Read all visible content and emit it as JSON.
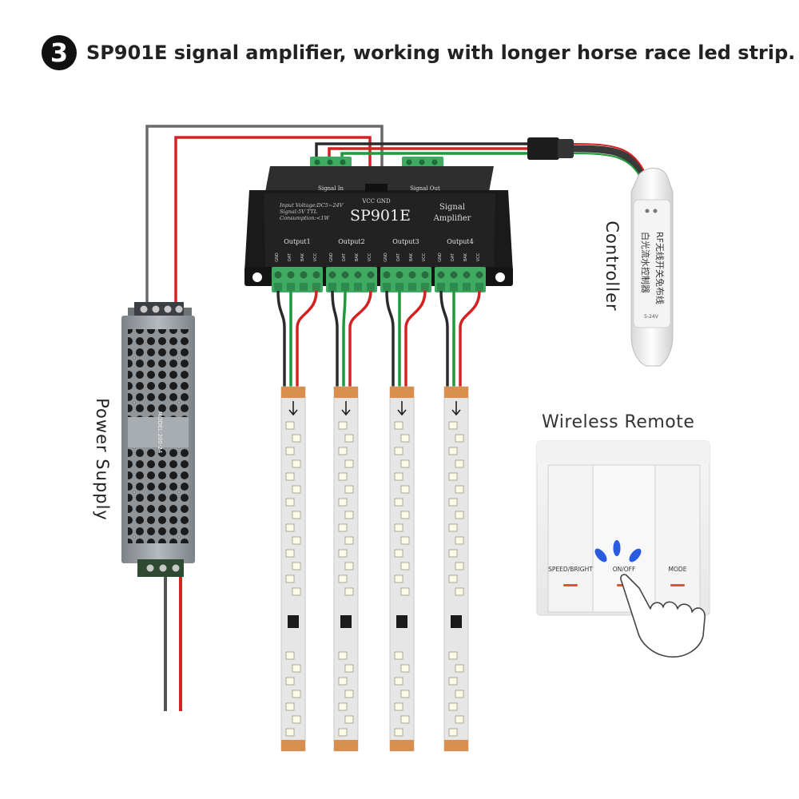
{
  "header": {
    "step_number": "3",
    "title": "SP901E signal amplifier, working with longer horse race led strip."
  },
  "amplifier": {
    "name": "SP901E",
    "subtitle_line1": "Signal",
    "subtitle_line2": "Amplifier",
    "spec_line1": "Input Voltage:DC5~24V",
    "spec_line2": "Signal:5V TTL",
    "spec_line3": "Consumption:<1W",
    "signal_in": "Signal In",
    "signal_out": "Signal Out",
    "vcc_gnd": "VCC GND",
    "outputs": [
      "Output1",
      "Output2",
      "Output3",
      "Output4"
    ],
    "terminal_pins": [
      "GND",
      "DAT",
      "BAK",
      "VCC"
    ]
  },
  "labels": {
    "power_supply": "Power Supply",
    "controller": "Controller",
    "wireless_remote": "Wireless Remote"
  },
  "psu": {
    "model_text": "MODEL:200-24"
  },
  "controller_device": {
    "chinese_line1": "白光流水控制器",
    "chinese_line2": "RF无线开关免布线",
    "voltage": "5-24V"
  },
  "remote": {
    "buttons": [
      "SPEED/BRIGHT",
      "ON/OFF",
      "MODE"
    ]
  },
  "colors": {
    "wire_red": "#d42222",
    "wire_black": "#2b2b2b",
    "wire_green": "#1e9a3a",
    "wire_gray": "#6a6a6a",
    "amplifier_body": "#222222",
    "terminal_green": "#3faa62",
    "strip_pcb": "#e6e6e6",
    "strip_copper": "#d9904e",
    "remote_led": "#2a5ae0"
  }
}
